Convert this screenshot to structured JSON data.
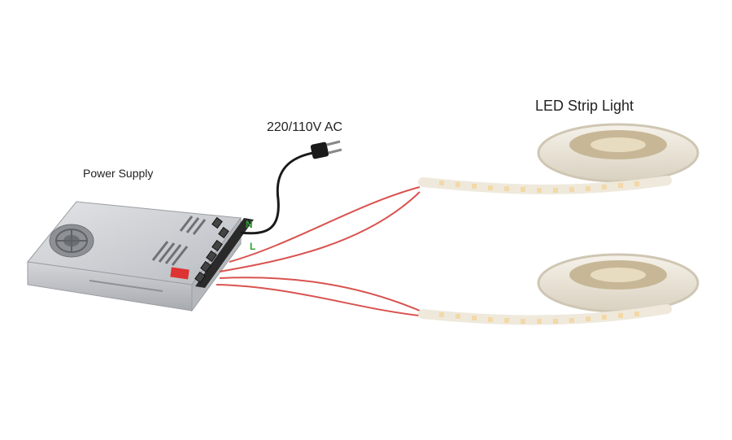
{
  "labels": {
    "power_supply": "Power Supply",
    "ac_input": "220/110V AC",
    "led_strip": "LED Strip Light",
    "neutral": "N",
    "live": "L"
  },
  "colors": {
    "wire_red": "#d9534f",
    "wire_black": "#1a1a1a",
    "terminal_green": "#2e9e2e",
    "psu_body": "#c9ccd0",
    "strip_body": "#efe9dc",
    "led_chip": "#f3d9a8"
  }
}
